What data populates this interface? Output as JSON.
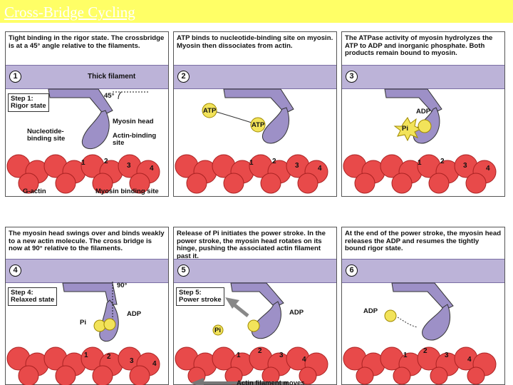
{
  "slide": {
    "title": "Cross-Bridge Cycling"
  },
  "colors": {
    "title_bar": "#ffff66",
    "band": "#bcb3d8",
    "myosin": "#9d90c7",
    "actin": "#e84a4a",
    "phosphate": "#f2e35a"
  },
  "panels": [
    {
      "step": "1",
      "caption": "Tight binding in the rigor state. The crossbridge is at a 45° angle relative to the filaments.",
      "band_label": "Thick filament",
      "step_box": "Step 1:\nRigor state",
      "angle": "45°",
      "labels": {
        "head": "Myosin head",
        "nucleotide": "Nucleotide-\nbinding site",
        "actin_site": "Actin-binding\nsite",
        "g_actin": "G-actin",
        "myosin_site": "Myosin binding site"
      },
      "actin_numbers": [
        "1",
        "2",
        "3",
        "4"
      ]
    },
    {
      "step": "2",
      "caption": "ATP binds to nucleotide-binding site on myosin. Myosin then dissociates from actin.",
      "atp_free": "ATP",
      "atp_bound": "ATP",
      "actin_numbers": [
        "1",
        "2",
        "3",
        "4"
      ]
    },
    {
      "step": "3",
      "caption": "The ATPase activity of myosin hydrolyzes the ATP to ADP and inorganic phosphate. Both products remain bound to myosin.",
      "adp": "ADP",
      "pi": "Pi",
      "actin_numbers": [
        "1",
        "2",
        "3",
        "4"
      ]
    },
    {
      "step": "4",
      "caption": "The myosin head swings over and binds weakly to a new actin molecule. The cross bridge is now at 90° relative to the filaments.",
      "step_box": "Step 4:\nRelaxed state",
      "angle": "90°",
      "adp": "ADP",
      "pi": "Pi",
      "actin_numbers": [
        "1",
        "2",
        "3",
        "4"
      ]
    },
    {
      "step": "5",
      "caption": "Release of Pi initiates the power stroke. In the power stroke, the myosin head rotates on its hinge, pushing the associated actin filament past it.",
      "step_box": "Step 5:\nPower stroke",
      "adp": "ADP",
      "pi": "Pi",
      "actin_numbers": [
        "1",
        "2",
        "3",
        "4"
      ],
      "arrow_label": "Actin filament moves"
    },
    {
      "step": "6",
      "caption": "At the end of the power stroke, the myosin head releases the ADP and resumes the tightly bound rigor state.",
      "adp": "ADP",
      "actin_numbers": [
        "1",
        "2",
        "3",
        "4"
      ]
    }
  ]
}
